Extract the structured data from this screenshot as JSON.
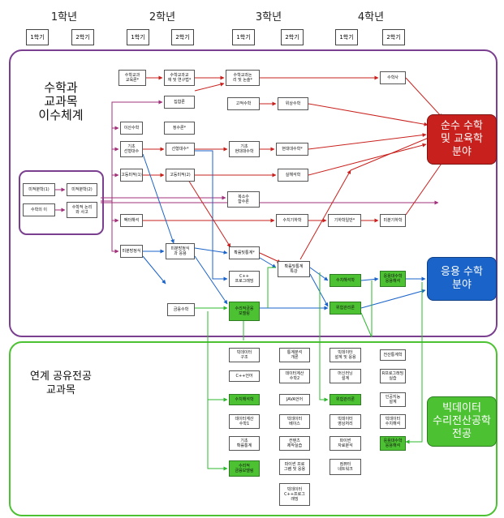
{
  "years": [
    "1학년",
    "2학년",
    "3학년",
    "4학년"
  ],
  "semesters": [
    "1학기",
    "2학기",
    "1학기",
    "2학기",
    "1학기",
    "2학기",
    "1학기",
    "2학기"
  ],
  "upper_panel": {
    "title": "수학과\n교과목\n이수체계"
  },
  "lower_panel": {
    "title": "연계 공유전공\n교과목"
  },
  "fields": {
    "pure": "순수 수학\n및 교육학\n분야",
    "applied": "응용 수학\n분야",
    "bigdata": "빅데이터\n수리전산공학\n전공"
  },
  "colors": {
    "purple": "#7b3f8f",
    "green": "#4cc233",
    "red": "#c8201c",
    "blue": "#1a63c9"
  },
  "nodes": {
    "n1": "수학교과\n교육론*",
    "n2": "수학교과교\n재 및 연구법*",
    "n3": "수학교과논\n리 및 논술*",
    "n4": "수학사",
    "n5": "집합론",
    "n6": "고적수학",
    "n7": "위상수학",
    "n8": "이산수학",
    "n9": "정수론*",
    "n10": "기초\n선형대수",
    "n11": "선형대수*",
    "n12": "기초\n현대대수학",
    "n13": "현대대수학*",
    "n14": "고등미적(1)",
    "n15": "고등미적(2)",
    "n16": "실해석학",
    "n17": "미적분학(1)",
    "n18": "미적분학(2)",
    "n19": "수학의 이",
    "n20": "수학적 논리\n와 사고",
    "n21": "복소수\n함수론",
    "n22": "벡터해석",
    "n23": "수치기하학",
    "n24": "기하학일반*",
    "n25": "미분기하학",
    "n26": "미분방정식",
    "n27": "미분방정식\n과 응용",
    "n28": "확률및통계*",
    "n29": "확률및통계\n특강",
    "n30": "C++\n프로그래밍",
    "n31": "수치해석학",
    "n32": "응용대수학\n응용해석",
    "n33": "금융수학",
    "n34": "수리적금융\n모델링",
    "n35": "위험관리론",
    "b1": "빅데이터\n구조",
    "b2": "통계분석\n개론",
    "b3": "빅데이터\n설계 및 응용",
    "b4": "전산통계학",
    "b5": "C++언어",
    "b6": "데이터계산\n수학2",
    "b7": "머신러닝\n설계",
    "b8": "R프로그래밍\n실습",
    "b9": "수치해석학",
    "b10": "JAVA언어",
    "b11": "위험관리론",
    "b12": "인공지능\n설계",
    "b13": "데이터계산\n수학1",
    "b14": "빅데이터\n베이스",
    "b15": "빅데이터\n영상처리",
    "b16": "빅데이터\n수치해석",
    "b17": "기초\n확률통계",
    "b18": "컨텐츠\n제작실습",
    "b19": "파이썬\n자료분석",
    "b20": "응용대수학\n응용해석",
    "b21": "수리적\n금융모델링",
    "b22": "파이썬 프로\n그램 및 응용",
    "b23": "컴퓨터\n네트워크",
    "b24": "빅데이터\nC++프로그\n래밍"
  }
}
